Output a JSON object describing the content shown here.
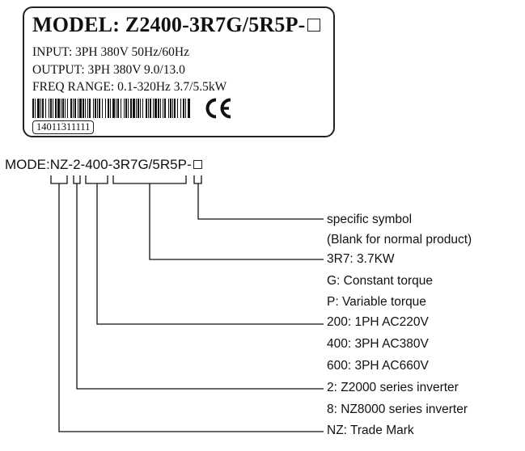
{
  "nameplate": {
    "model": "MODEL: Z2400-3R7G/5R5P-",
    "input": "INPUT: 3PH 380V 50Hz/60Hz",
    "output": "OUTPUT: 3PH 380V 9.0/13.0",
    "freq_range": "FREQ RANGE: 0.1-320Hz 3.7/5.5kW",
    "serial": "14011311111",
    "certification_mark": "CE"
  },
  "model_code": {
    "prefix": "MODE: ",
    "segments": [
      "NZ",
      "2",
      "400",
      "3R7G/5R5P"
    ],
    "separator": " - "
  },
  "descriptions": {
    "specific_symbol": "specific symbol",
    "blank_note": "(Blank for normal product)",
    "power_3r7": "3R7: 3.7KW",
    "g_constant": "G: Constant torque",
    "p_variable": "P: Variable torque",
    "v200": "200: 1PH AC220V",
    "v400": "400: 3PH AC380V",
    "v600": "600: 3PH AC660V",
    "series_2": "2: Z2000 series inverter",
    "series_8": "8: NZ8000 series inverter",
    "trade_mark": "NZ: Trade Mark"
  }
}
